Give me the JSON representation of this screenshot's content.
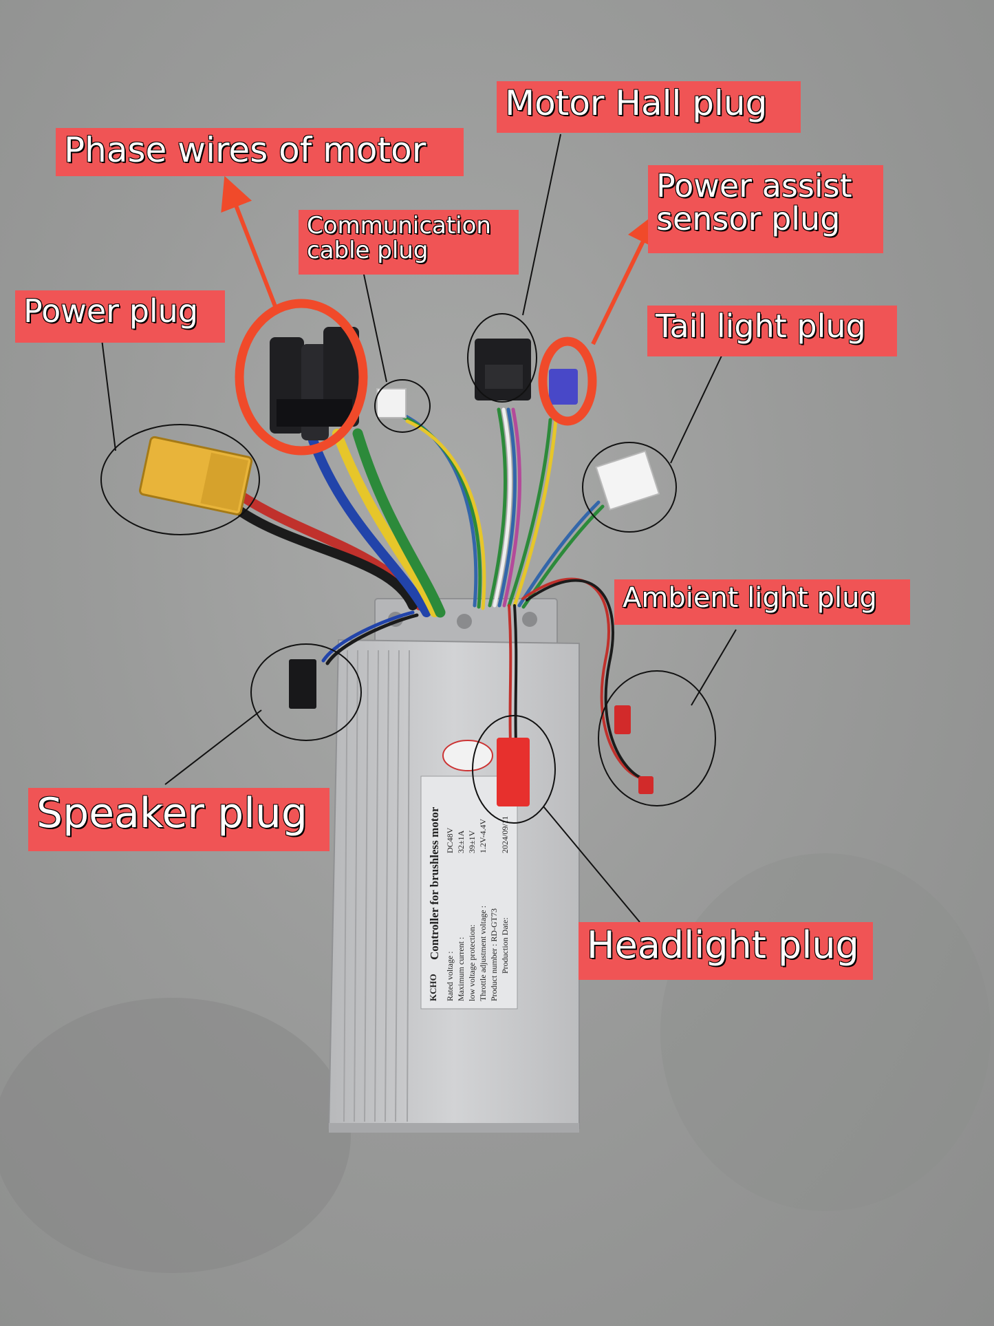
{
  "labels": {
    "phase_wires": "Phase wires of motor",
    "motor_hall": "Motor Hall plug",
    "communication": [
      "Communication",
      "cable plug"
    ],
    "power_assist": [
      "Power assist",
      "sensor plug"
    ],
    "power_plug": "Power plug",
    "tail_light": "Tail light plug",
    "ambient_light": "Ambient light plug",
    "speaker": "Speaker plug",
    "headlight": "Headlight plug"
  },
  "controller_sticker": {
    "brand": "KCHO",
    "title": "Controller for brushless motor",
    "rows": [
      {
        "key": "Rated voltage :",
        "value": "DC48V"
      },
      {
        "key": "Maximum current :",
        "value": "32±1A"
      },
      {
        "key": "low voltage protection:",
        "value": "39±1V"
      },
      {
        "key": "Throttle adjustment voltage :",
        "value": "1.2V-4.4V"
      },
      {
        "key": "Product number : RD-GT73",
        "value": ""
      },
      {
        "key": "Production Date:",
        "value": "2024/09/11"
      }
    ]
  },
  "colors": {
    "label_bg": "#f05455",
    "arrow": "#f04a2a",
    "controller": "#c8c9cb"
  }
}
